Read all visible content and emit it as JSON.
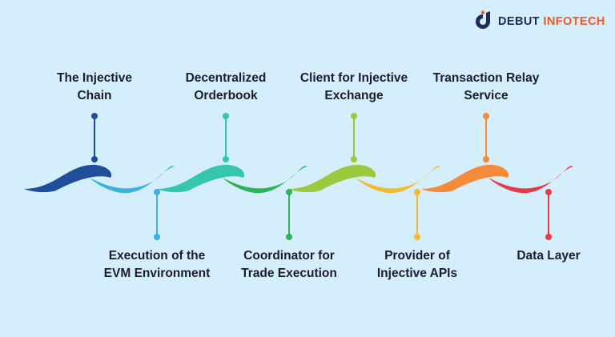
{
  "brand": {
    "word1": "DEBUT",
    "word2": "INFOTECH",
    "color1": "#1f2b5c",
    "color2": "#f15a24"
  },
  "steps": [
    {
      "line1": "The Injective",
      "line2": "Chain",
      "pos": "top",
      "color": "#1f4e9a"
    },
    {
      "line1": "Execution of the",
      "line2": "EVM Environment",
      "pos": "bottom",
      "color": "#3bb2dc"
    },
    {
      "line1": "Decentralized",
      "line2": "Orderbook",
      "pos": "top",
      "color": "#35c7ad"
    },
    {
      "line1": "Coordinator for",
      "line2": "Trade Execution",
      "pos": "bottom",
      "color": "#2fb35a"
    },
    {
      "line1": "Client for Injective",
      "line2": "Exchange",
      "pos": "top",
      "color": "#9cc83c"
    },
    {
      "line1": "Provider of",
      "line2": "Injective APIs",
      "pos": "bottom",
      "color": "#f5b833"
    },
    {
      "line1": "Transaction Relay",
      "line2": "Service",
      "pos": "top",
      "color": "#f58a3a"
    },
    {
      "line1": "Data Layer",
      "line2": "",
      "pos": "bottom",
      "color": "#e8394a"
    }
  ]
}
